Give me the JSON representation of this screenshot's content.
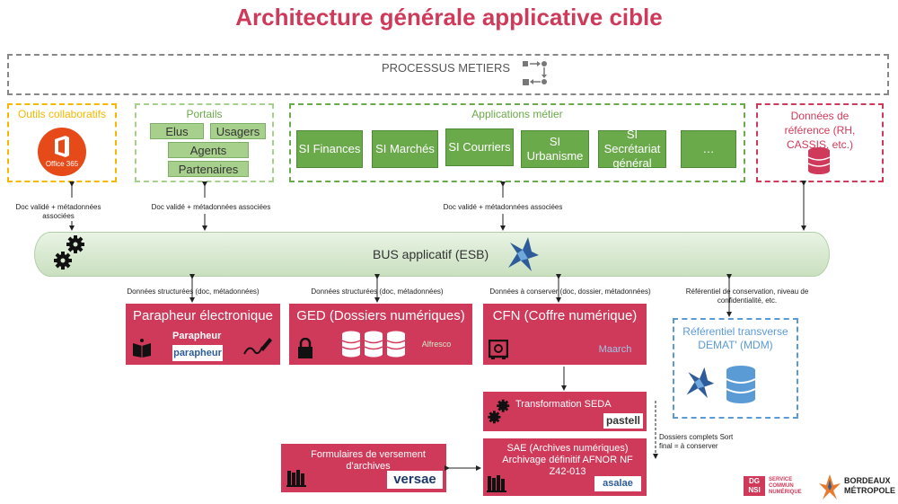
{
  "title": "Architecture générale applicative cible",
  "processus": {
    "label": "PROCESSUS METIERS"
  },
  "outils": {
    "label": "Outils collaboratifs",
    "logo": "Office 365"
  },
  "portails": {
    "label": "Portails",
    "items": [
      "Elus",
      "Usagers",
      "Agents",
      "Partenaires"
    ]
  },
  "applications": {
    "label": "Applications métier",
    "items": [
      "SI Finances",
      "SI Marchés",
      "SI Courriers",
      "SI Urbanisme",
      "SI Secrétariat général",
      "…"
    ]
  },
  "donnees_ref": {
    "label": "Données de référence (RH, CASSIS, etc.)"
  },
  "notes": {
    "outils": "Doc validé + métadonnées associées",
    "portails": "Doc validé + métadonnées associées",
    "apps": "Doc validé + métadonnées associées",
    "parapheur": "Données structurées (doc, métadonnées)",
    "ged": "Données structurées (doc, métadonnées)",
    "cfn": "Données à conserver (doc, dossier, métadonnées)",
    "referentiel": "Référentiel de conservation, niveau de confidentialité, etc.",
    "dossiers": "Dossiers complets Sort final = à conserver"
  },
  "bus": {
    "label": "BUS applicatif (ESB)"
  },
  "parapheur": {
    "label": "Parapheur électronique",
    "logo1": "Parapheur",
    "logo2": "parapheur"
  },
  "ged": {
    "label": "GED (Dossiers numériques)",
    "logo": "Alfresco"
  },
  "cfn": {
    "label": "CFN (Coffre numérique)",
    "logo": "Maarch"
  },
  "mdm": {
    "label": "Référentiel transverse DEMAT' (MDM)"
  },
  "seda": {
    "label": "Transformation SEDA",
    "logo": "pastell"
  },
  "sae": {
    "label": "SAE (Archives numériques) Archivage définitif AFNOR NF Z42-013",
    "logo": "asalae"
  },
  "formulaires": {
    "label": "Formulaires de versement d'archives",
    "logo": "versae"
  },
  "footer": {
    "dg": "DG NSI",
    "service": "SERVICE COMMUN NUMÉRIQUE",
    "bm": "BORDEAUX MÉTROPOLE"
  },
  "colors": {
    "accent": "#d03a5a",
    "green": "#6aaa4a",
    "lightgreen": "#a8d08d",
    "orange": "#f5b800",
    "blue": "#5b9bd5"
  }
}
